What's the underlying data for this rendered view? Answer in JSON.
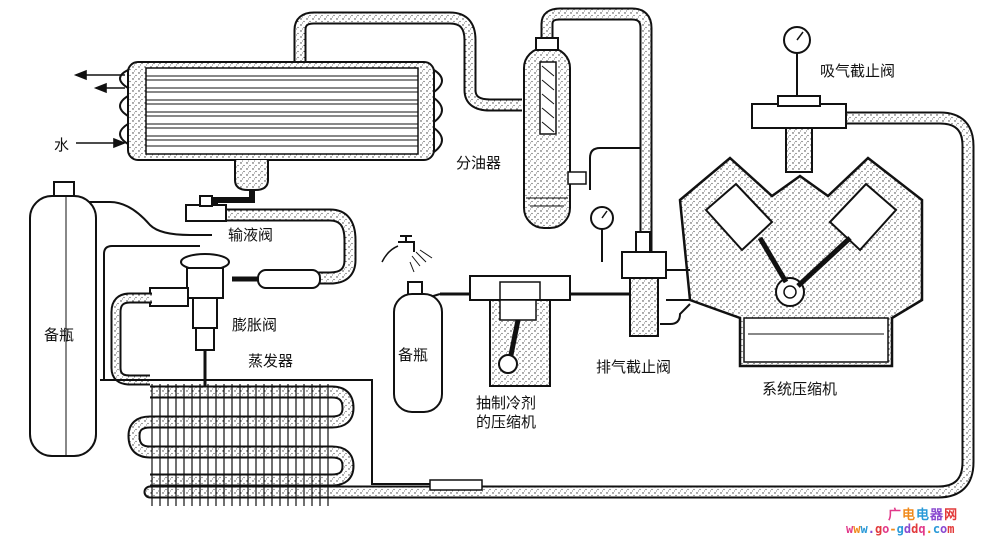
{
  "labels": {
    "water": "水",
    "spare_bottle_left": "备瓶",
    "liquid_valve": "输液阀",
    "expansion_valve": "膨胀阀",
    "evaporator": "蒸发器",
    "oil_separator": "分油器",
    "spare_bottle_middle": "备瓶",
    "extraction_compressor": "抽制冷剂\n的压缩机",
    "discharge_stop_valve": "排气截止阀",
    "suction_stop_valve": "吸气截止阀",
    "system_compressor": "系统压缩机"
  },
  "watermark": {
    "line1": "广电电器网",
    "line2": "www.go-gddq.com",
    "colors": [
      "#e23a8a",
      "#f08a1c",
      "#2a9ad8",
      "#8a4ad0",
      "#e23a3a"
    ]
  }
}
